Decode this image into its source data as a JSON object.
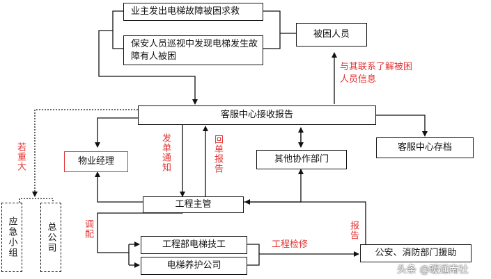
{
  "nodes": {
    "owner_report": "业主发出电梯故障被困求救",
    "security_find": "保安人员巡视中发现电梯发生故障有人被困",
    "trapped": "被困人员",
    "service_center": "客服中心接收报告",
    "property_manager": "物业经理",
    "other_depts": "其他协作部门",
    "archive": "客服中心存档",
    "chief_engineer": "工程主管",
    "elevator_tech": "工程部电梯技工",
    "maintenance_co": "电梯养护公司",
    "police_fire": "公安、消防部门援助",
    "emergency_team": "应急小组",
    "head_office": "总公司"
  },
  "edge_labels": {
    "contact_trapped": "与其联系了解被困人员信息",
    "if_serious": "若重大",
    "dispatch": "发单通知",
    "reply": "回单报告",
    "deploy": "调配",
    "inspection": "工程检修",
    "report": "报告"
  },
  "watermark": "头条 @暖通南社",
  "colors": {
    "line": "#111111",
    "label": "#e23232",
    "property_box_border": "#e23232"
  }
}
